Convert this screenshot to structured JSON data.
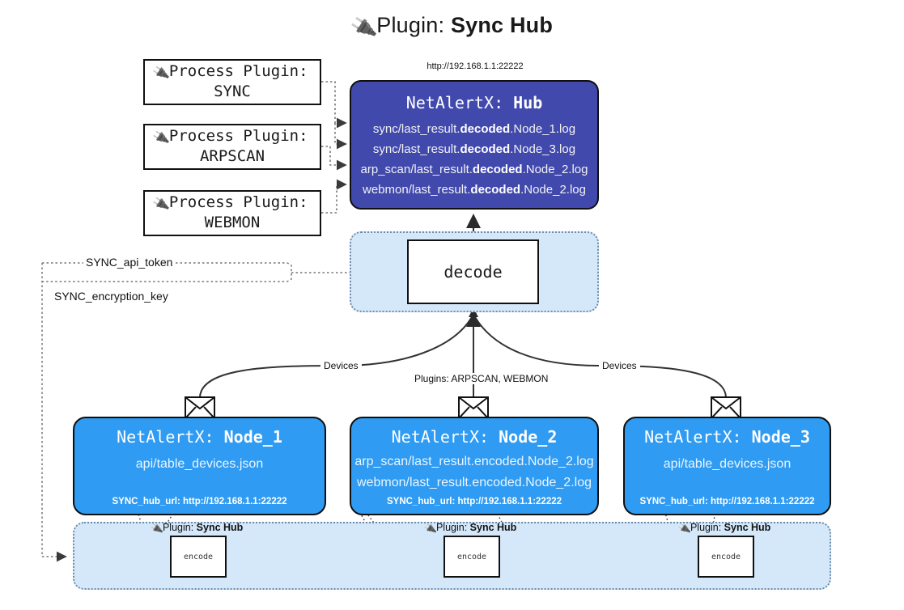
{
  "header": {
    "icon": "plug-icon",
    "label": "Plugin:",
    "name": "Sync Hub"
  },
  "hub": {
    "url": "http://192.168.1.1:22222",
    "title_prefix": "NetAlertX:",
    "title_name": "Hub",
    "log_lines": [
      {
        "pre": "sync/last_result.",
        "bold": "decoded",
        "post": ".Node_1.log"
      },
      {
        "pre": "sync/last_result.",
        "bold": "decoded",
        "post": ".Node_3.log"
      },
      {
        "pre": "arp_scan/last_result.",
        "bold": "decoded",
        "post": ".Node_2.log"
      },
      {
        "pre": "webmon/last_result.",
        "bold": "decoded",
        "post": ".Node_2.log"
      }
    ],
    "color": "#4149ad"
  },
  "process_plugins": [
    {
      "icon": "plug-icon",
      "line1": "Process Plugin:",
      "line2": "SYNC"
    },
    {
      "icon": "plug-icon",
      "line1": "Process Plugin:",
      "line2": "ARPSCAN"
    },
    {
      "icon": "plug-icon",
      "line1": "Process Plugin:",
      "line2": "WEBMON"
    }
  ],
  "decode": {
    "label": "decode",
    "container_color": "#d4e8fa"
  },
  "settings": {
    "api_token": "SYNC_api_token",
    "encryption_key": "SYNC_encryption_key"
  },
  "edge_labels": {
    "devices_left": "Devices",
    "devices_right": "Devices",
    "plugins_center": "Plugins: ARPSCAN, WEBMON"
  },
  "nodes": [
    {
      "icon": "envelope-icon",
      "title_prefix": "NetAlertX:",
      "title_name": "Node_1",
      "lines": [
        "api/table_devices.json"
      ],
      "footer": "SYNC_hub_url: http://192.168.1.1:22222",
      "color": "#2f9bf2"
    },
    {
      "icon": "envelope-icon",
      "title_prefix": "NetAlertX:",
      "title_name": "Node_2",
      "lines": [
        "arp_scan/last_result.encoded.Node_2.log",
        "webmon/last_result.encoded.Node_2.log"
      ],
      "footer": "SYNC_hub_url: http://192.168.1.1:22222",
      "color": "#2f9bf2"
    },
    {
      "icon": "envelope-icon",
      "title_prefix": "NetAlertX:",
      "title_name": "Node_3",
      "lines": [
        "api/table_devices.json"
      ],
      "footer": "SYNC_hub_url: http://192.168.1.1:22222",
      "color": "#2f9bf2"
    }
  ],
  "encoders": [
    {
      "caption_icon": "plug-icon",
      "caption_label": "Plugin:",
      "caption_name": "Sync Hub",
      "box_label": "encode"
    },
    {
      "caption_icon": "plug-icon",
      "caption_label": "Plugin:",
      "caption_name": "Sync Hub",
      "box_label": "encode"
    },
    {
      "caption_icon": "plug-icon",
      "caption_label": "Plugin:",
      "caption_name": "Sync Hub",
      "box_label": "encode"
    }
  ]
}
